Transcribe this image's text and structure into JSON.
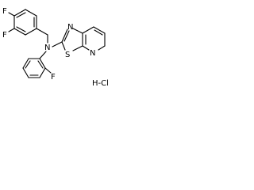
{
  "molecule": {
    "atoms": {
      "f_top": "F",
      "f_mid": "F",
      "f_bottom": "F",
      "n_amine": "N",
      "n_ring": "N",
      "s_ring": "S",
      "n_pyridine": "N",
      "hcl": "H-Cl"
    }
  }
}
